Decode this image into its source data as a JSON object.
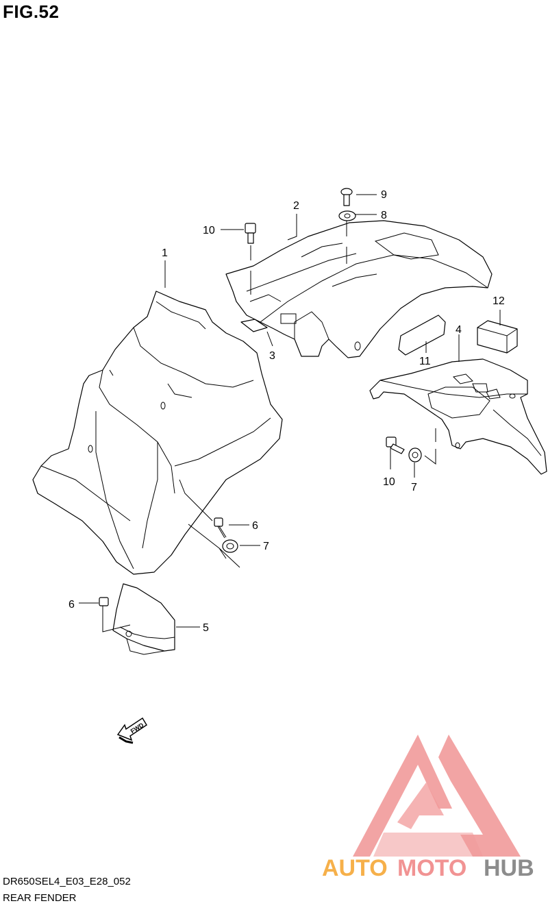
{
  "figure": {
    "title": "FIG.52"
  },
  "footer": {
    "code": "DR650SEL4_E03_E28_052",
    "name": "REAR FENDER"
  },
  "callouts": [
    "1",
    "2",
    "3",
    "4",
    "5",
    "6",
    "6",
    "7",
    "7",
    "8",
    "9",
    "10",
    "10",
    "11",
    "12"
  ],
  "direction_arrow": {
    "label": "FWD"
  },
  "watermark": {
    "words": [
      "AUTO",
      "MOTO",
      "HUB"
    ],
    "colors": {
      "auto": "#f6b04a",
      "moto": "#f19393",
      "hub": "#8c8c8c",
      "logo": "#f19a9a"
    }
  }
}
